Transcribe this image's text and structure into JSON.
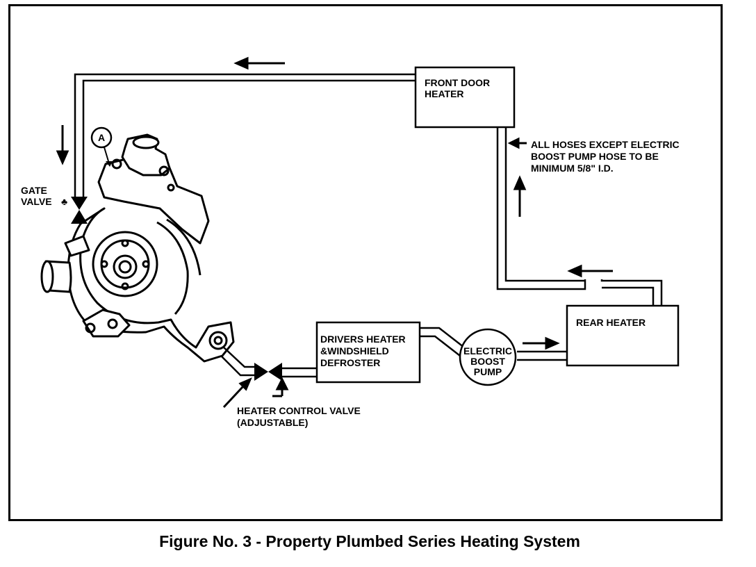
{
  "labels": {
    "front_door_heater": [
      "FRONT DOOR",
      "HEATER"
    ],
    "rear_heater": "REAR HEATER",
    "drivers_heater": [
      "DRIVERS HEATER",
      "&WINDSHIELD",
      "DEFROSTER"
    ],
    "boost_pump": [
      "ELECTRIC",
      "BOOST",
      "PUMP"
    ],
    "hose_note": [
      "ALL HOSES EXCEPT ELECTRIC",
      "BOOST PUMP HOSE TO BE",
      "MINIMUM 5/8\" I.D."
    ],
    "gate_valve": [
      "GATE",
      "VALVE"
    ],
    "heater_control_valve": [
      "HEATER CONTROL VALVE",
      "(ADJUSTABLE)"
    ],
    "marker_a": "A"
  },
  "caption": "Figure No. 3 - Property Plumbed Series Heating System"
}
